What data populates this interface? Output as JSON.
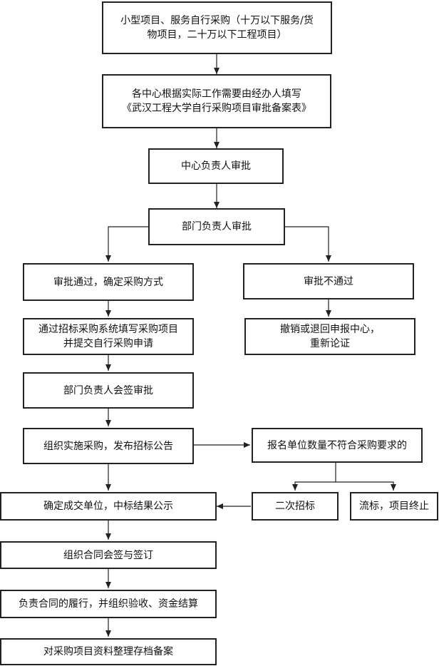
{
  "flowchart": {
    "steps": {
      "start": [
        "小型项目、服务自行采购（十万以下服务/货",
        "物项目，二十万以下工程项目）"
      ],
      "fill_form": [
        "各中心根据实际工作需要由经办人填写",
        "《武汉工程大学自行采购项目审批备案表》"
      ],
      "center_approval": "中心负责人审批",
      "dept_approval": "部门负责人审批",
      "approved": "审批通过，确定采购方式",
      "rejected": "审批不通过",
      "withdraw": [
        "撤销或退回申报中心，",
        "重新论证"
      ],
      "submit_system": [
        "通过招标采购系统填写采购项目",
        "并提交自行采购申请"
      ],
      "countersign": "部门负责人会签审批",
      "announce": "组织实施采购，发布招标公告",
      "insufficient": "报名单位数量不符合采购要求的",
      "rebid": "二次招标",
      "failed": "流标，项目终止",
      "determine": "确定成交单位，中标结果公示",
      "contract_sign": "组织合同会签与签订",
      "performance": "负责合同的履行，并组织验收、资金结算",
      "archive": "对采购项目资料整理存档备案"
    }
  }
}
